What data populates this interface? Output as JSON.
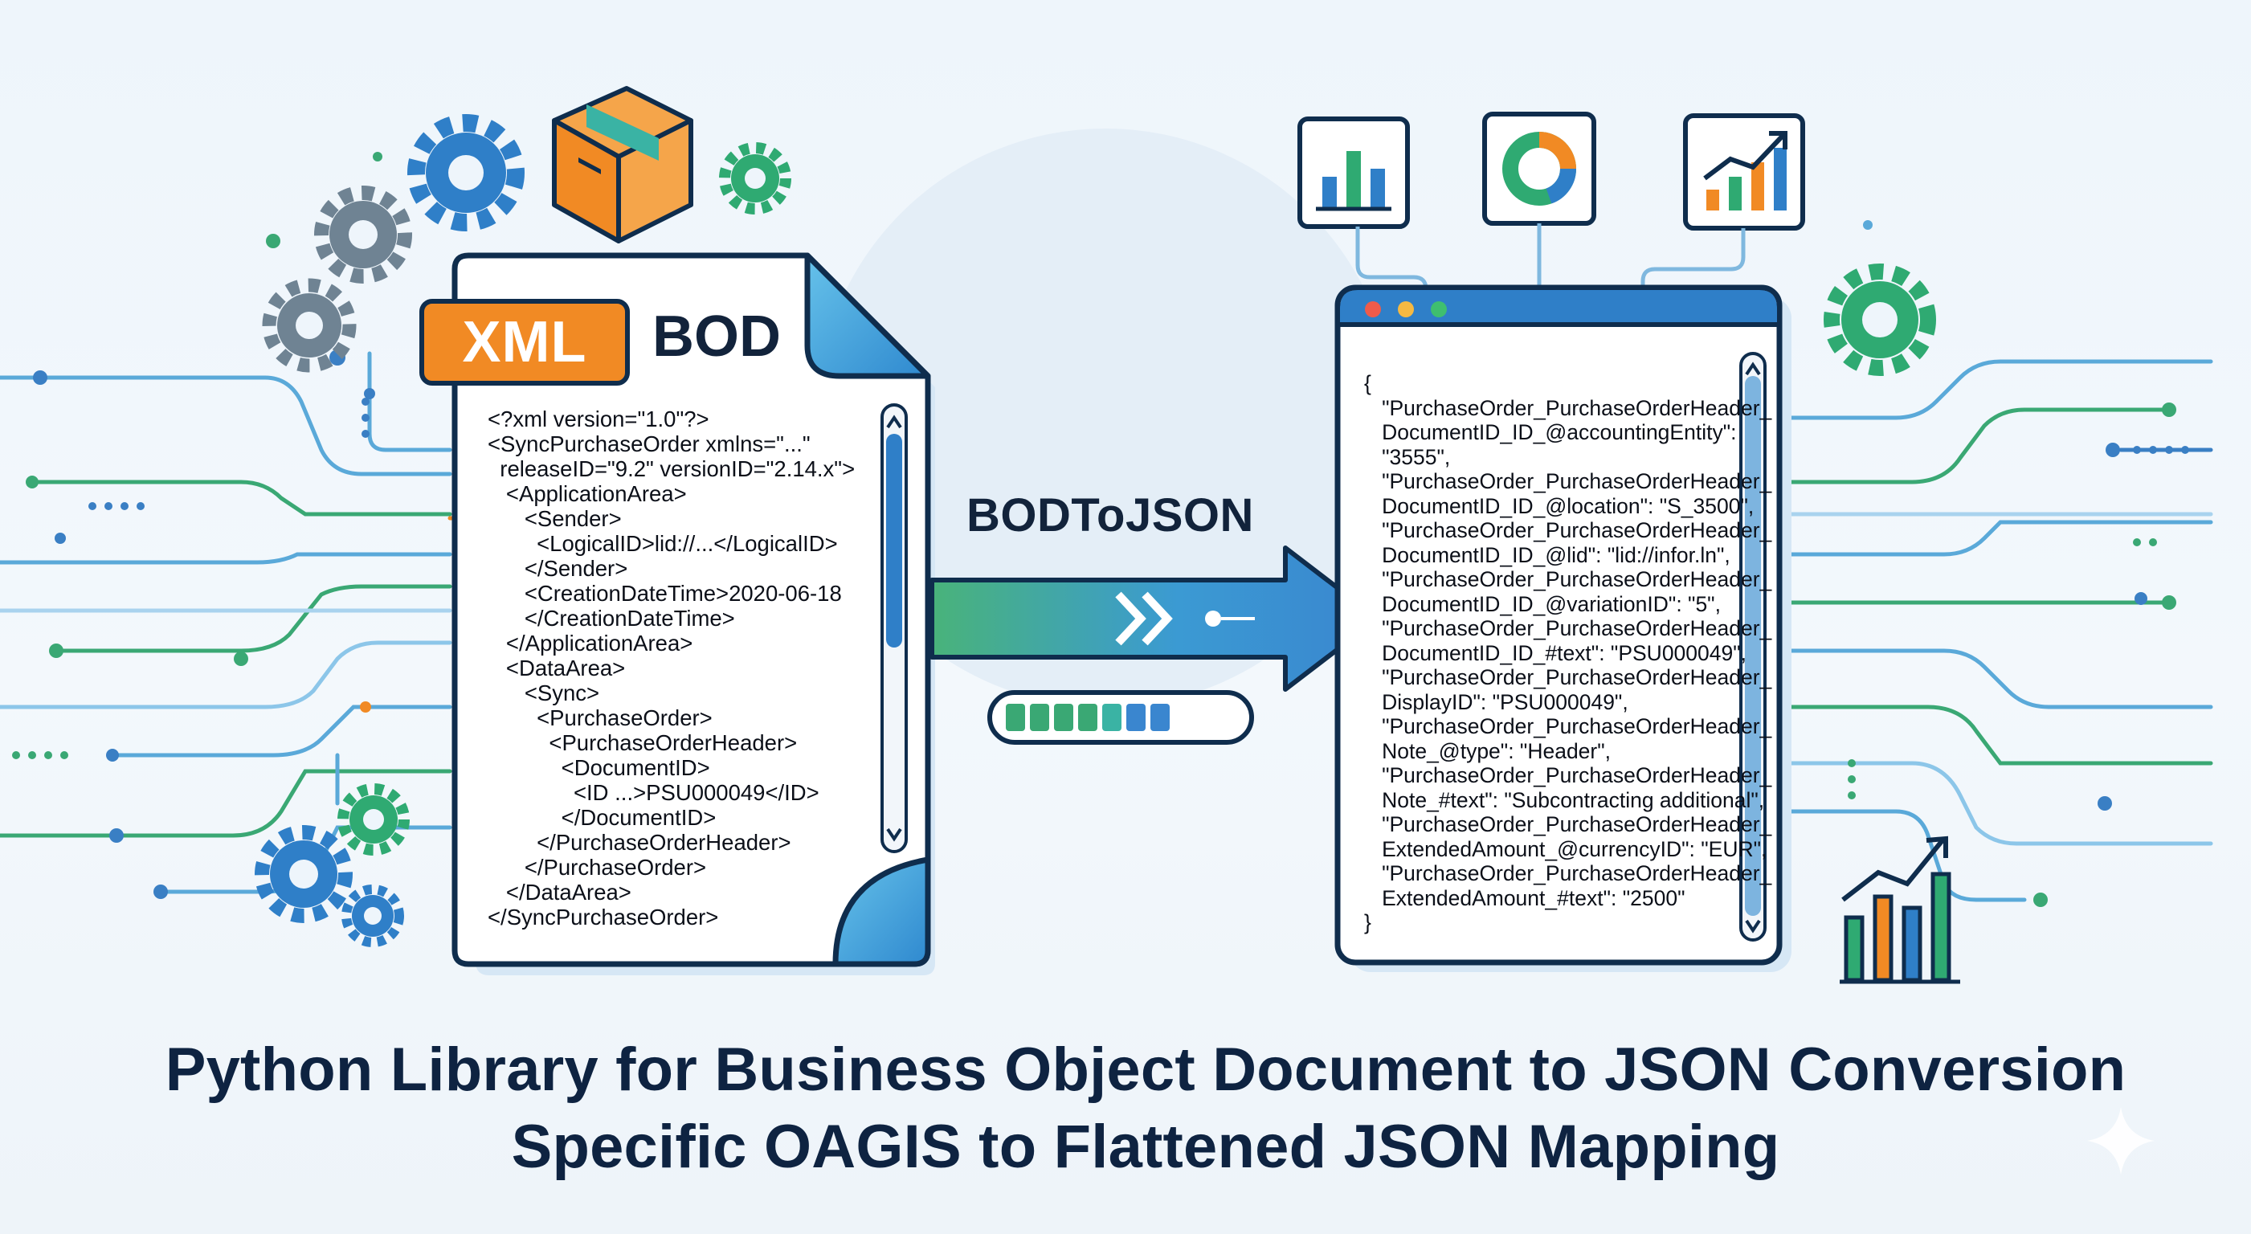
{
  "source_doc": {
    "badge": "XML",
    "label": "BOD",
    "lines": [
      "<?xml version=\"1.0\"?>",
      "<SyncPurchaseOrder xmlns=\"...\"",
      "  releaseID=\"9.2\" versionID=\"2.14.x\">",
      "   <ApplicationArea>",
      "      <Sender>",
      "        <LogicalID>lid://...</LogicalID>",
      "      </Sender>",
      "      <CreationDateTime>2020-06-18",
      "      </CreationDateTime>",
      "   </ApplicationArea>",
      "   <DataArea>",
      "      <Sync>",
      "        <PurchaseOrder>",
      "          <PurchaseOrderHeader>",
      "            <DocumentID>",
      "              <ID ...>PSU000049</ID>",
      "            </DocumentID>",
      "        </PurchaseOrderHeader>",
      "      </PurchaseOrder>",
      "   </DataArea>",
      "</SyncPurchaseOrder>"
    ]
  },
  "converter": {
    "label": "BODToJSON"
  },
  "output_doc": {
    "lines": [
      "{",
      "   \"PurchaseOrder_PurchaseOrderHeader_",
      "   DocumentID_ID_@accountingEntity\":",
      "   \"3555\",",
      "   \"PurchaseOrder_PurchaseOrderHeader_",
      "   DocumentID_ID_@location\": \"S_3500\",",
      "   \"PurchaseOrder_PurchaseOrderHeader_",
      "   DocumentID_ID_@lid\": \"lid://infor.ln\",",
      "   \"PurchaseOrder_PurchaseOrderHeader_",
      "   DocumentID_ID_@variationID\": \"5\",",
      "   \"PurchaseOrder_PurchaseOrderHeader_",
      "   DocumentID_ID_#text\": \"PSU000049\",",
      "   \"PurchaseOrder_PurchaseOrderHeader_",
      "   DisplayID\": \"PSU000049\",",
      "   \"PurchaseOrder_PurchaseOrderHeader_",
      "   Note_@type\": \"Header\",",
      "   \"PurchaseOrder_PurchaseOrderHeader_",
      "   Note_#text\": \"Subcontracting additional\",",
      "   \"PurchaseOrder_PurchaseOrderHeader_",
      "   ExtendedAmount_@currencyID\": \"EUR\",",
      "   \"PurchaseOrder_PurchaseOrderHeader_",
      "   ExtendedAmount_#text\": \"2500\"",
      "}"
    ]
  },
  "progress": {
    "fraction": 0.7
  },
  "title": {
    "line1": "Python Library for Business Object Document to JSON Conversion",
    "line2": "Specific OAGIS to Flattened JSON Mapping"
  },
  "colors": {
    "navy": "#12233b",
    "blue": "#2f7fc8",
    "green": "#2faa72",
    "orange": "#f18a24",
    "teal": "#3ab3a4"
  },
  "icons": [
    "gear-icon",
    "package-icon",
    "bar-chart-icon",
    "donut-chart-icon",
    "trend-chart-icon",
    "arrow-icon",
    "sparkle-icon"
  ]
}
